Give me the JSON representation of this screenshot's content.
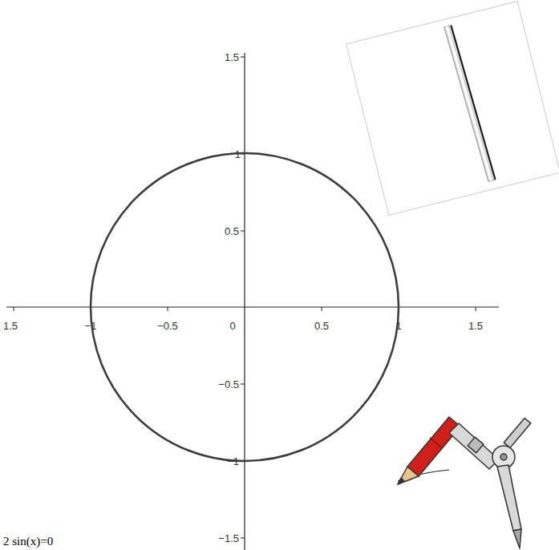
{
  "diagram": {
    "labels": [
      "1.5",
      "1",
      "0.5",
      "−0.5",
      "−1",
      "−1.5",
      "1.5",
      "−1",
      "−0.5",
      "0",
      "0.5",
      "1",
      "1.5",
      "2 sin(x)=0"
    ]
  }
}
